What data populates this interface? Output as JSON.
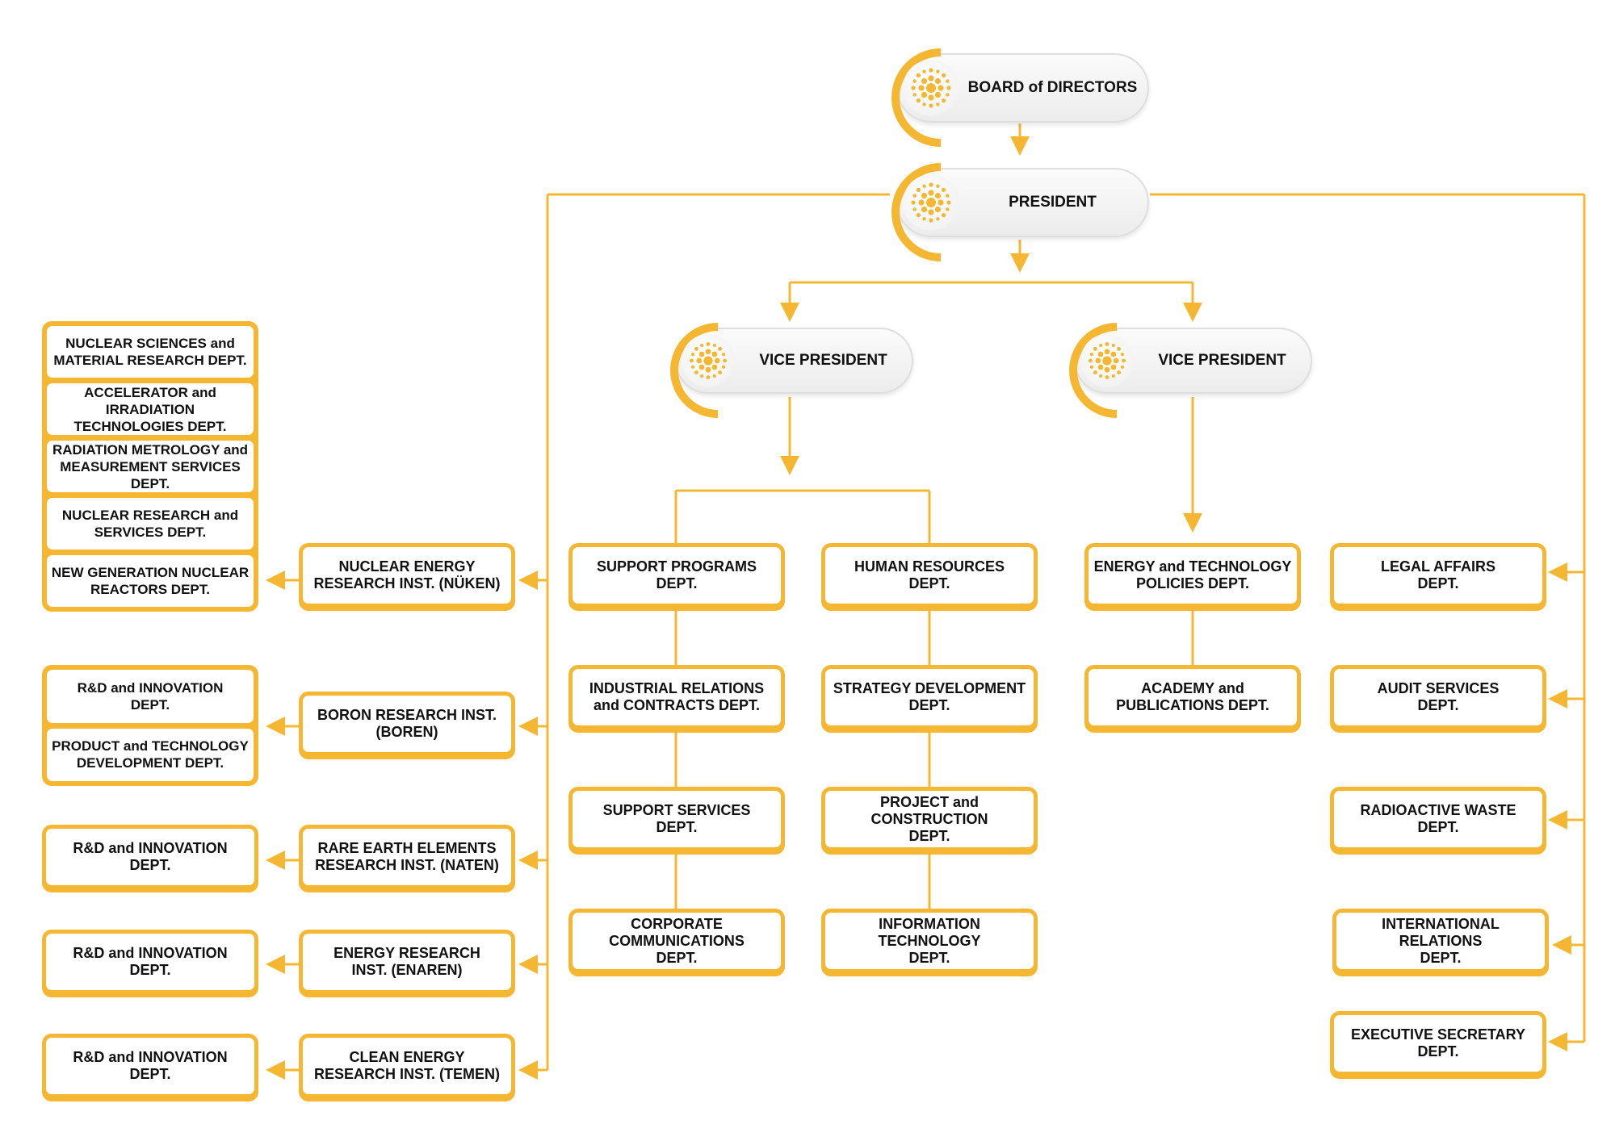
{
  "colors": {
    "accent": "#F5B731",
    "pill_bg": "#EEEEEE",
    "text": "#111111"
  },
  "board": {
    "label": "BOARD of DIRECTORS",
    "icon": "atom-dots-icon"
  },
  "president": {
    "label": "PRESIDENT",
    "icon": "atom-dots-icon"
  },
  "vp_left": {
    "label": "VICE PRESIDENT",
    "icon": "atom-dots-icon"
  },
  "vp_right": {
    "label": "VICE PRESIDENT",
    "icon": "atom-dots-icon"
  },
  "nuken_depts": [
    "NUCLEAR SCIENCES and\nMATERIAL RESEARCH DEPT.",
    "ACCELERATOR and IRRADIATION\nTECHNOLOGIES DEPT.",
    "RADIATION METROLOGY and\nMEASUREMENT SERVICES DEPT.",
    "NUCLEAR RESEARCH and\nSERVICES DEPT.",
    "NEW GENERATION NUCLEAR\nREACTORS DEPT."
  ],
  "boren_depts": [
    "R&D and INNOVATION\nDEPT.",
    "PRODUCT and TECHNOLOGY\nDEVELOPMENT DEPT."
  ],
  "naten_dept": "R&D and INNOVATION\nDEPT.",
  "enaren_dept": "R&D and INNOVATION\nDEPT.",
  "temen_dept": "R&D and INNOVATION\nDEPT.",
  "institutes": {
    "nuken": "NUCLEAR ENERGY\nRESEARCH INST. (NÜKEN)",
    "boren": "BORON RESEARCH INST.\n(BOREN)",
    "naten": "RARE EARTH ELEMENTS\nRESEARCH INST. (NATEN)",
    "enaren": "ENERGY RESEARCH\nINST. (ENAREN)",
    "temen": "CLEAN ENERGY\nRESEARCH INST. (TEMEN)"
  },
  "vp_left_col1": [
    "SUPPORT PROGRAMS\nDEPT.",
    "INDUSTRIAL RELATIONS\nand CONTRACTS DEPT.",
    "SUPPORT SERVICES\nDEPT.",
    "CORPORATE COMMUNICATIONS\nDEPT."
  ],
  "vp_left_col2": [
    "HUMAN RESOURCES\nDEPT.",
    "STRATEGY DEVELOPMENT\nDEPT.",
    "PROJECT and CONSTRUCTION\nDEPT.",
    "INFORMATION TECHNOLOGY\nDEPT."
  ],
  "vp_right_col": [
    "ENERGY and TECHNOLOGY\nPOLICIES DEPT.",
    "ACADEMY and\nPUBLICATIONS DEPT."
  ],
  "president_direct": [
    "LEGAL AFFAIRS\nDEPT.",
    "AUDIT SERVICES\nDEPT.",
    "RADIOACTIVE WASTE\nDEPT.",
    "INTERNATIONAL RELATIONS\nDEPT.",
    "EXECUTIVE SECRETARY\nDEPT."
  ]
}
